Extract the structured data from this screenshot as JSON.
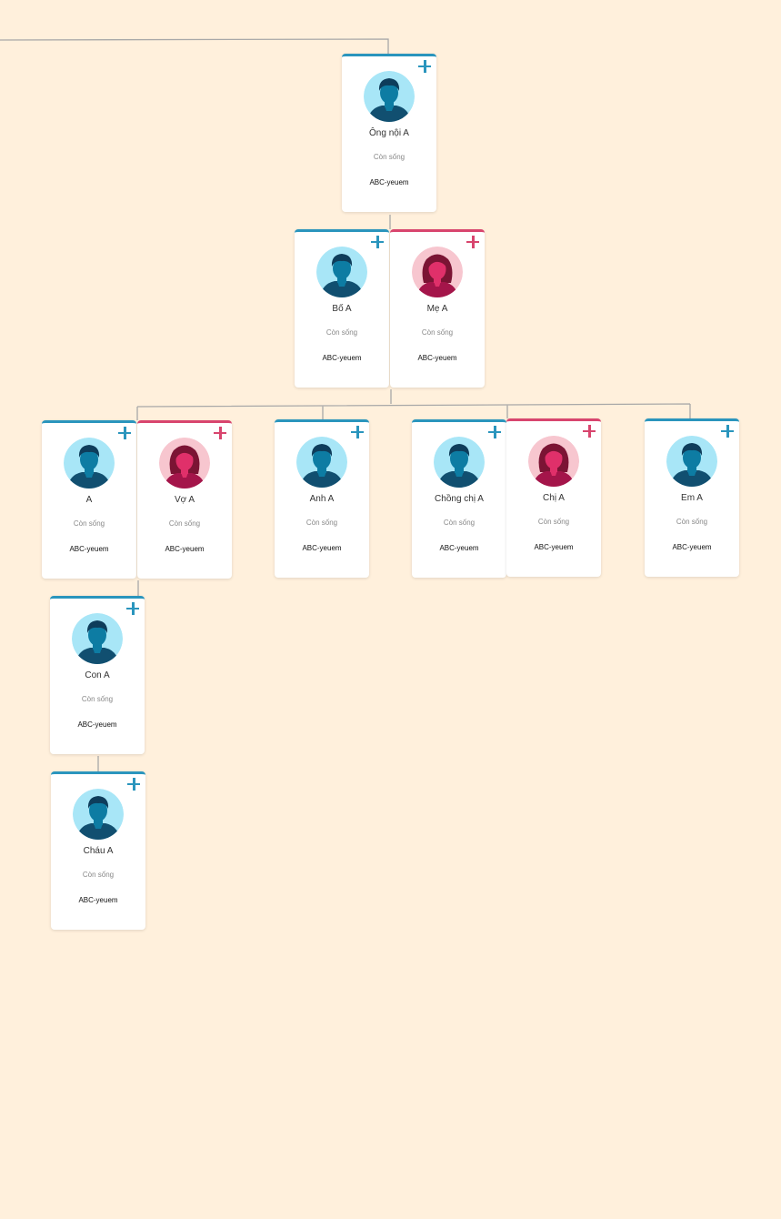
{
  "colors": {
    "background": "#fff0dc",
    "male_accent": "#2a95bd",
    "female_accent": "#d8456e",
    "link": "#a8a8a8"
  },
  "members": [
    {
      "name": "Ông nội A",
      "status": "Còn sống",
      "account": "ABC-yeuem",
      "gender": "male",
      "icon": "male-avatar-icon"
    },
    {
      "name": "Bố A",
      "status": "Còn sống",
      "account": "ABC-yeuem",
      "gender": "male",
      "icon": "male-avatar-icon"
    },
    {
      "name": "Mẹ A",
      "status": "Còn sống",
      "account": "ABC-yeuem",
      "gender": "female",
      "icon": "female-avatar-icon"
    },
    {
      "name": "A",
      "status": "Còn sống",
      "account": "ABC-yeuem",
      "gender": "male",
      "icon": "male-avatar-icon"
    },
    {
      "name": "Vợ A",
      "status": "Còn sống",
      "account": "ABC-yeuem",
      "gender": "female",
      "icon": "female-avatar-icon"
    },
    {
      "name": "Anh A",
      "status": "Còn sống",
      "account": "ABC-yeuem",
      "gender": "male",
      "icon": "male-avatar-icon"
    },
    {
      "name": "Chồng chị A",
      "status": "Còn sống",
      "account": "ABC-yeuem",
      "gender": "male",
      "icon": "male-avatar-icon"
    },
    {
      "name": "Chị A",
      "status": "Còn sống",
      "account": "ABC-yeuem",
      "gender": "female",
      "icon": "female-avatar-icon"
    },
    {
      "name": "Em A",
      "status": "Còn sống",
      "account": "ABC-yeuem",
      "gender": "male",
      "icon": "male-avatar-icon"
    },
    {
      "name": "Con A",
      "status": "Còn sống",
      "account": "ABC-yeuem",
      "gender": "male",
      "icon": "male-avatar-icon"
    },
    {
      "name": "Cháu A",
      "status": "Còn sống",
      "account": "ABC-yeuem",
      "gender": "male",
      "icon": "male-avatar-icon"
    }
  ]
}
